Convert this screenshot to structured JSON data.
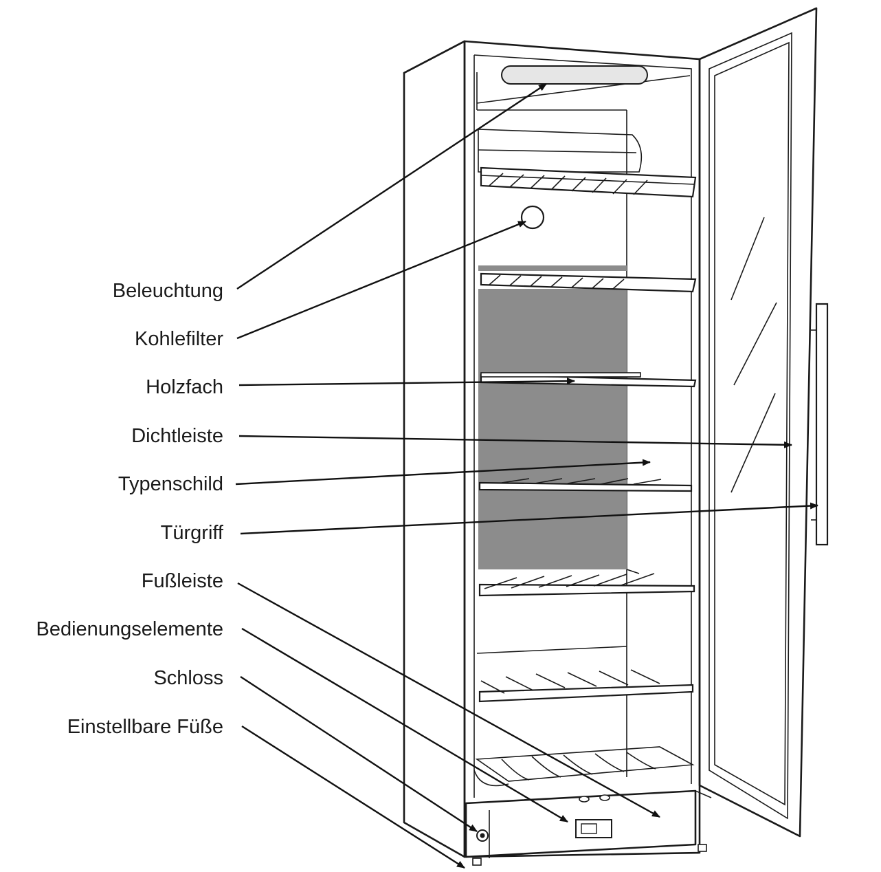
{
  "labels": [
    "Beleuchtung",
    "Kohlefilter",
    "Holzfach",
    "Dichtleiste",
    "Typenschild",
    "Türgriff",
    "Fußleiste",
    "Bedienungselemente",
    "Schloss",
    "Einstellbare Füße"
  ],
  "colors": {
    "line": "#1a1a1a",
    "back_panel": "#8c8c8c",
    "background": "#ffffff"
  }
}
